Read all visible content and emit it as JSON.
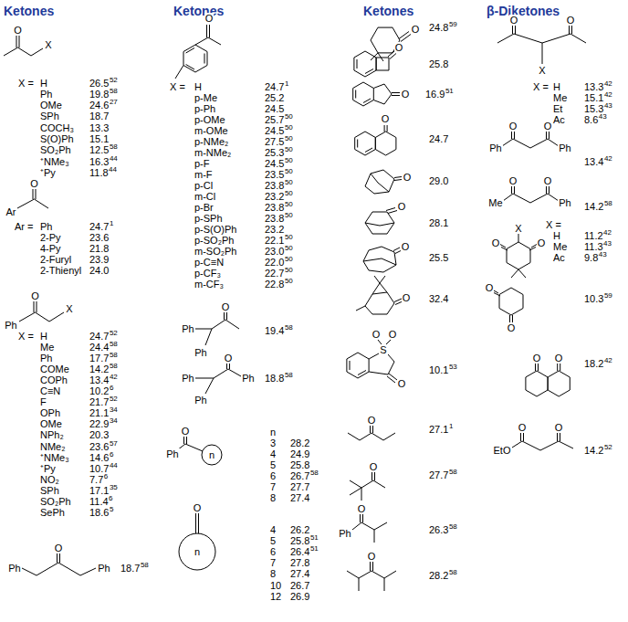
{
  "diagram": {
    "labels": [
      "Ketones",
      "O",
      "X",
      "X =",
      "H",
      "26.5",
      "52",
      "Ph",
      "19.8",
      "58",
      "OMe",
      "24.6",
      "27",
      "SPh",
      "18.7",
      "COCH₃",
      "13.3",
      "S(O)Ph",
      "15.1",
      "SO₂Ph",
      "12.5",
      "58",
      "⁺NMe₃",
      "16.3",
      "44",
      "⁺Py",
      "11.8",
      "44",
      "O",
      "Ar",
      "Ar =",
      "Ph",
      "24.7",
      "1",
      "2-Py",
      "23.6",
      "4-Py",
      "21.8",
      "2-Furyl",
      "23.9",
      "2-Thienyl",
      "24.0",
      "O",
      "Ph",
      "X",
      "X =",
      "H",
      "24.7",
      "52",
      "Me",
      "24.4",
      "58",
      "Ph",
      "17.7",
      "58",
      "COMe",
      "14.2",
      "58",
      "COPh",
      "13.4",
      "42",
      "C≡N",
      "10.2",
      "6",
      "F",
      "21.7",
      "52",
      "OPh",
      "21.1",
      "34",
      "OMe",
      "22.9",
      "34",
      "NPh₂",
      "20.3",
      "NMe₂",
      "23.6",
      "57",
      "⁺NMe₃",
      "14.6",
      "6",
      "⁺Py",
      "10.7",
      "44",
      "NO₂",
      "7.7",
      "6",
      "SPh",
      "17.1",
      "35",
      "SO₂Ph",
      "11.4",
      "6",
      "SePh",
      "18.6",
      "5",
      "O",
      "Ph",
      "Ph",
      "18.7",
      "58",
      "Ketones",
      "O",
      "X =",
      "H",
      "24.7",
      "1",
      "p-Me",
      "25.2",
      "p-Ph",
      "24.5",
      "p-OMe",
      "25.7",
      "50",
      "m-OMe",
      "24.5",
      "50",
      "p-NMe₂",
      "27.5",
      "50",
      "m-NMe₂",
      "25.3",
      "50",
      "p-F",
      "24.5",
      "50",
      "m-F",
      "23.5",
      "50",
      "p-Cl",
      "23.8",
      "50",
      "m-Cl",
      "23.2",
      "50",
      "p-Br",
      "23.8",
      "50",
      "p-SPh",
      "23.8",
      "50",
      "p-S(O)Ph",
      "23.2",
      "p-SO₂Ph",
      "22.1",
      "50",
      "m-SO₂Ph",
      "23.0",
      "50",
      "p-C≡N",
      "22.0",
      "50",
      "p-CF₃",
      "22.7",
      "50",
      "m-CF₃",
      "22.8",
      "50",
      "O",
      "Ph",
      "Ph",
      "19.4",
      "58",
      "O",
      "Ph",
      "Ph",
      "Ph",
      "18.8",
      "58",
      "O",
      "Ph",
      "n",
      "n",
      "3",
      "28.2",
      "4",
      "24.9",
      "5",
      "25.8",
      "6",
      "26.7",
      "58",
      "7",
      "27.7",
      "8",
      "27.4",
      "O",
      "n",
      "4",
      "26.2",
      "5",
      "25.8",
      "51",
      "6",
      "26.4",
      "51",
      "7",
      "27.8",
      "8",
      "27.4",
      "10",
      "26.7",
      "12",
      "26.9",
      "Ketones",
      "O",
      "24.8",
      "59",
      "O",
      "25.8",
      "O",
      "16.9",
      "51",
      "O",
      "24.7",
      "O",
      "29.0",
      "O",
      "28.1",
      "O",
      "25.5",
      "O",
      "32.4",
      "O",
      "O",
      "S",
      "O",
      "10.1",
      "53",
      "O",
      "27.1",
      "1",
      "O",
      "27.7",
      "58",
      "O",
      "Ph",
      "26.3",
      "58",
      "O",
      "28.2",
      "58",
      "β-Diketones",
      "O",
      "O",
      "X",
      "X =",
      "H",
      "13.3",
      "42",
      "Me",
      "15.1",
      "42",
      "Et",
      "15.3",
      "43",
      "Ac",
      "8.6",
      "43",
      "O",
      "O",
      "Ph",
      "Ph",
      "13.4",
      "42",
      "O",
      "O",
      "Me",
      "Ph",
      "14.2",
      "58",
      "O",
      "X",
      "O",
      "X =",
      "H",
      "11.2",
      "42",
      "Me",
      "11.3",
      "43",
      "Ac",
      "9.8",
      "43",
      "O",
      "O",
      "10.3",
      "59",
      "O",
      "O",
      "18.2",
      "42",
      "O",
      "O",
      "EtO",
      "14.2",
      "52"
    ]
  }
}
